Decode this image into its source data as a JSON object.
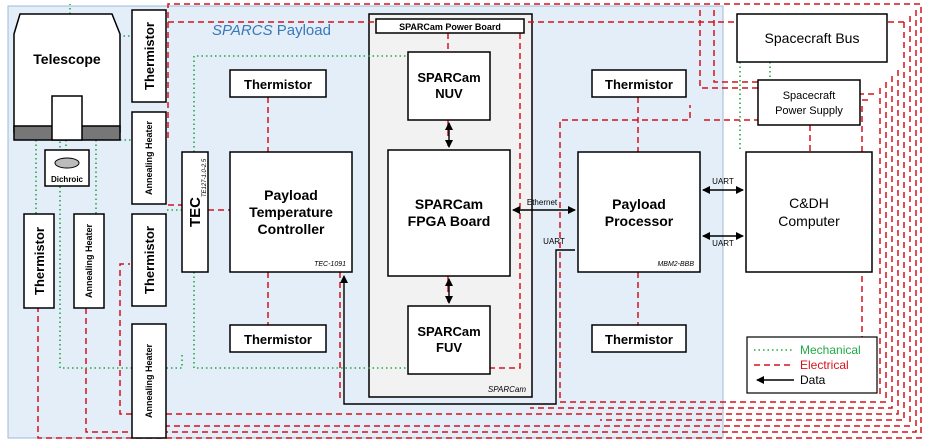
{
  "region_label_italic": "SPARCS",
  "region_label_rest": " Payload",
  "boxes": {
    "telescope": "Telescope",
    "dichroic": "Dichroic",
    "thermistor": "Thermistor",
    "annealing_heater": "Annealing Heater",
    "tec": "TEC",
    "tec_part": "TE127-1.0-2.5",
    "ptc_line1": "Payload",
    "ptc_line2": "Temperature",
    "ptc_line3": "Controller",
    "ptc_part": "TEC-1091",
    "power_board": "SPARCam Power Board",
    "nuv_line1": "SPARCam",
    "nuv_line2": "NUV",
    "fpga_line1": "SPARCam",
    "fpga_line2": "FPGA Board",
    "fuv_line1": "SPARCam",
    "fuv_line2": "FUV",
    "sparcam_tag": "SPARCam",
    "pp_line1": "Payload",
    "pp_line2": "Processor",
    "pp_part": "MBM2-BBB",
    "bus": "Spacecraft Bus",
    "psu_line1": "Spacecraft",
    "psu_line2": "Power Supply",
    "cdh_line1": "C&DH",
    "cdh_line2": "Computer"
  },
  "link_labels": {
    "ethernet": "Ethernet",
    "uart": "UART"
  },
  "legend": {
    "mechanical": "Mechanical",
    "electrical": "Electrical",
    "data": "Data"
  },
  "colors": {
    "mechanical": "#22aa44",
    "electrical": "#d4141c",
    "data": "#000000",
    "payload_region": "#e3eef8",
    "sparcam_region": "#f2f2f2",
    "region_label": "#3a78b8"
  }
}
